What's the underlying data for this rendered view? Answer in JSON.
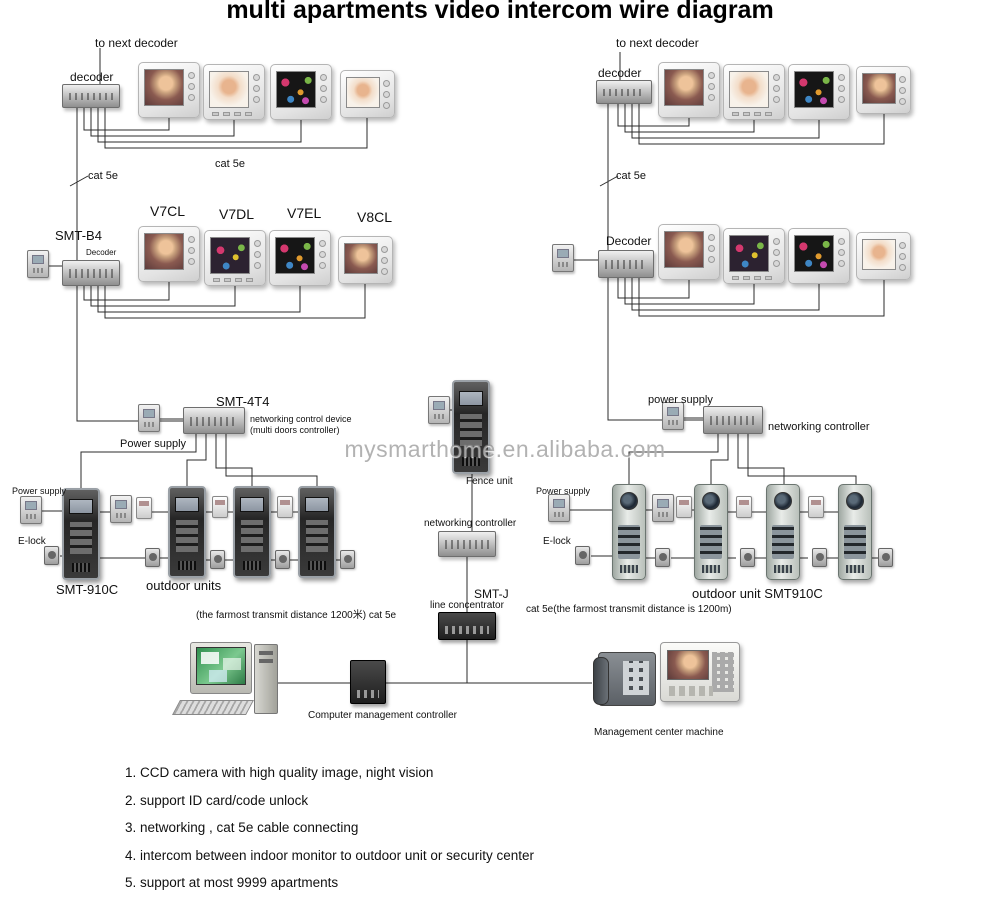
{
  "title": "multi apartments video intercom wire diagram",
  "watermark": "mysmarthome.en.alibaba.com",
  "left": {
    "to_next_decoder": "to next decoder",
    "decoder_top_label": "decoder",
    "cat5e_bus": "cat 5e",
    "cat5e_trunk": "cat 5e",
    "smt_b4_label": "SMT-B4",
    "decoder_small_label": "Decoder",
    "models": [
      "V7CL",
      "V7DL",
      "V7EL",
      "V8CL"
    ],
    "smt_4t4_label": "SMT-4T4",
    "controller_desc_line1": "networking control device",
    "controller_desc_line2": "(multi doors controller)",
    "power_supply_controller": "Power supply",
    "power_supply_row": "Power supply",
    "e_lock_label": "E-lock",
    "outdoor_model_label": "SMT-910C",
    "outdoor_units_label": "outdoor units",
    "distance_note": "(the farmost transmit distance 1200米) cat 5e"
  },
  "middle": {
    "fence_unit_label": "Fence unit",
    "networking_controller_label": "networking controller",
    "smt_j_label": "SMT-J",
    "line_concentrator_label": "line concentrator",
    "computer_controller_label": "Computer management controller",
    "management_center_label": "Management center machine"
  },
  "right": {
    "to_next_decoder": "to next decoder",
    "decoder_top_label": "decoder",
    "cat5e_trunk": "cat 5e",
    "decoder2_label": "Decoder",
    "power_supply_controller": "power supply",
    "networking_controller_label": "networking controller",
    "power_supply_row": "Power supply",
    "e_lock_label": "E-lock",
    "outdoor_unit_label": "outdoor unit SMT910C",
    "distance_note": "cat 5e(the farmost transmit distance is 1200m)"
  },
  "notes": [
    "1. CCD camera with high quality image, night vision",
    "2. support ID card/code unlock",
    "3. networking ,  cat 5e cable connecting",
    "4. intercom between indoor monitor to outdoor unit or security center",
    "5. support at most 9999 apartments"
  ]
}
